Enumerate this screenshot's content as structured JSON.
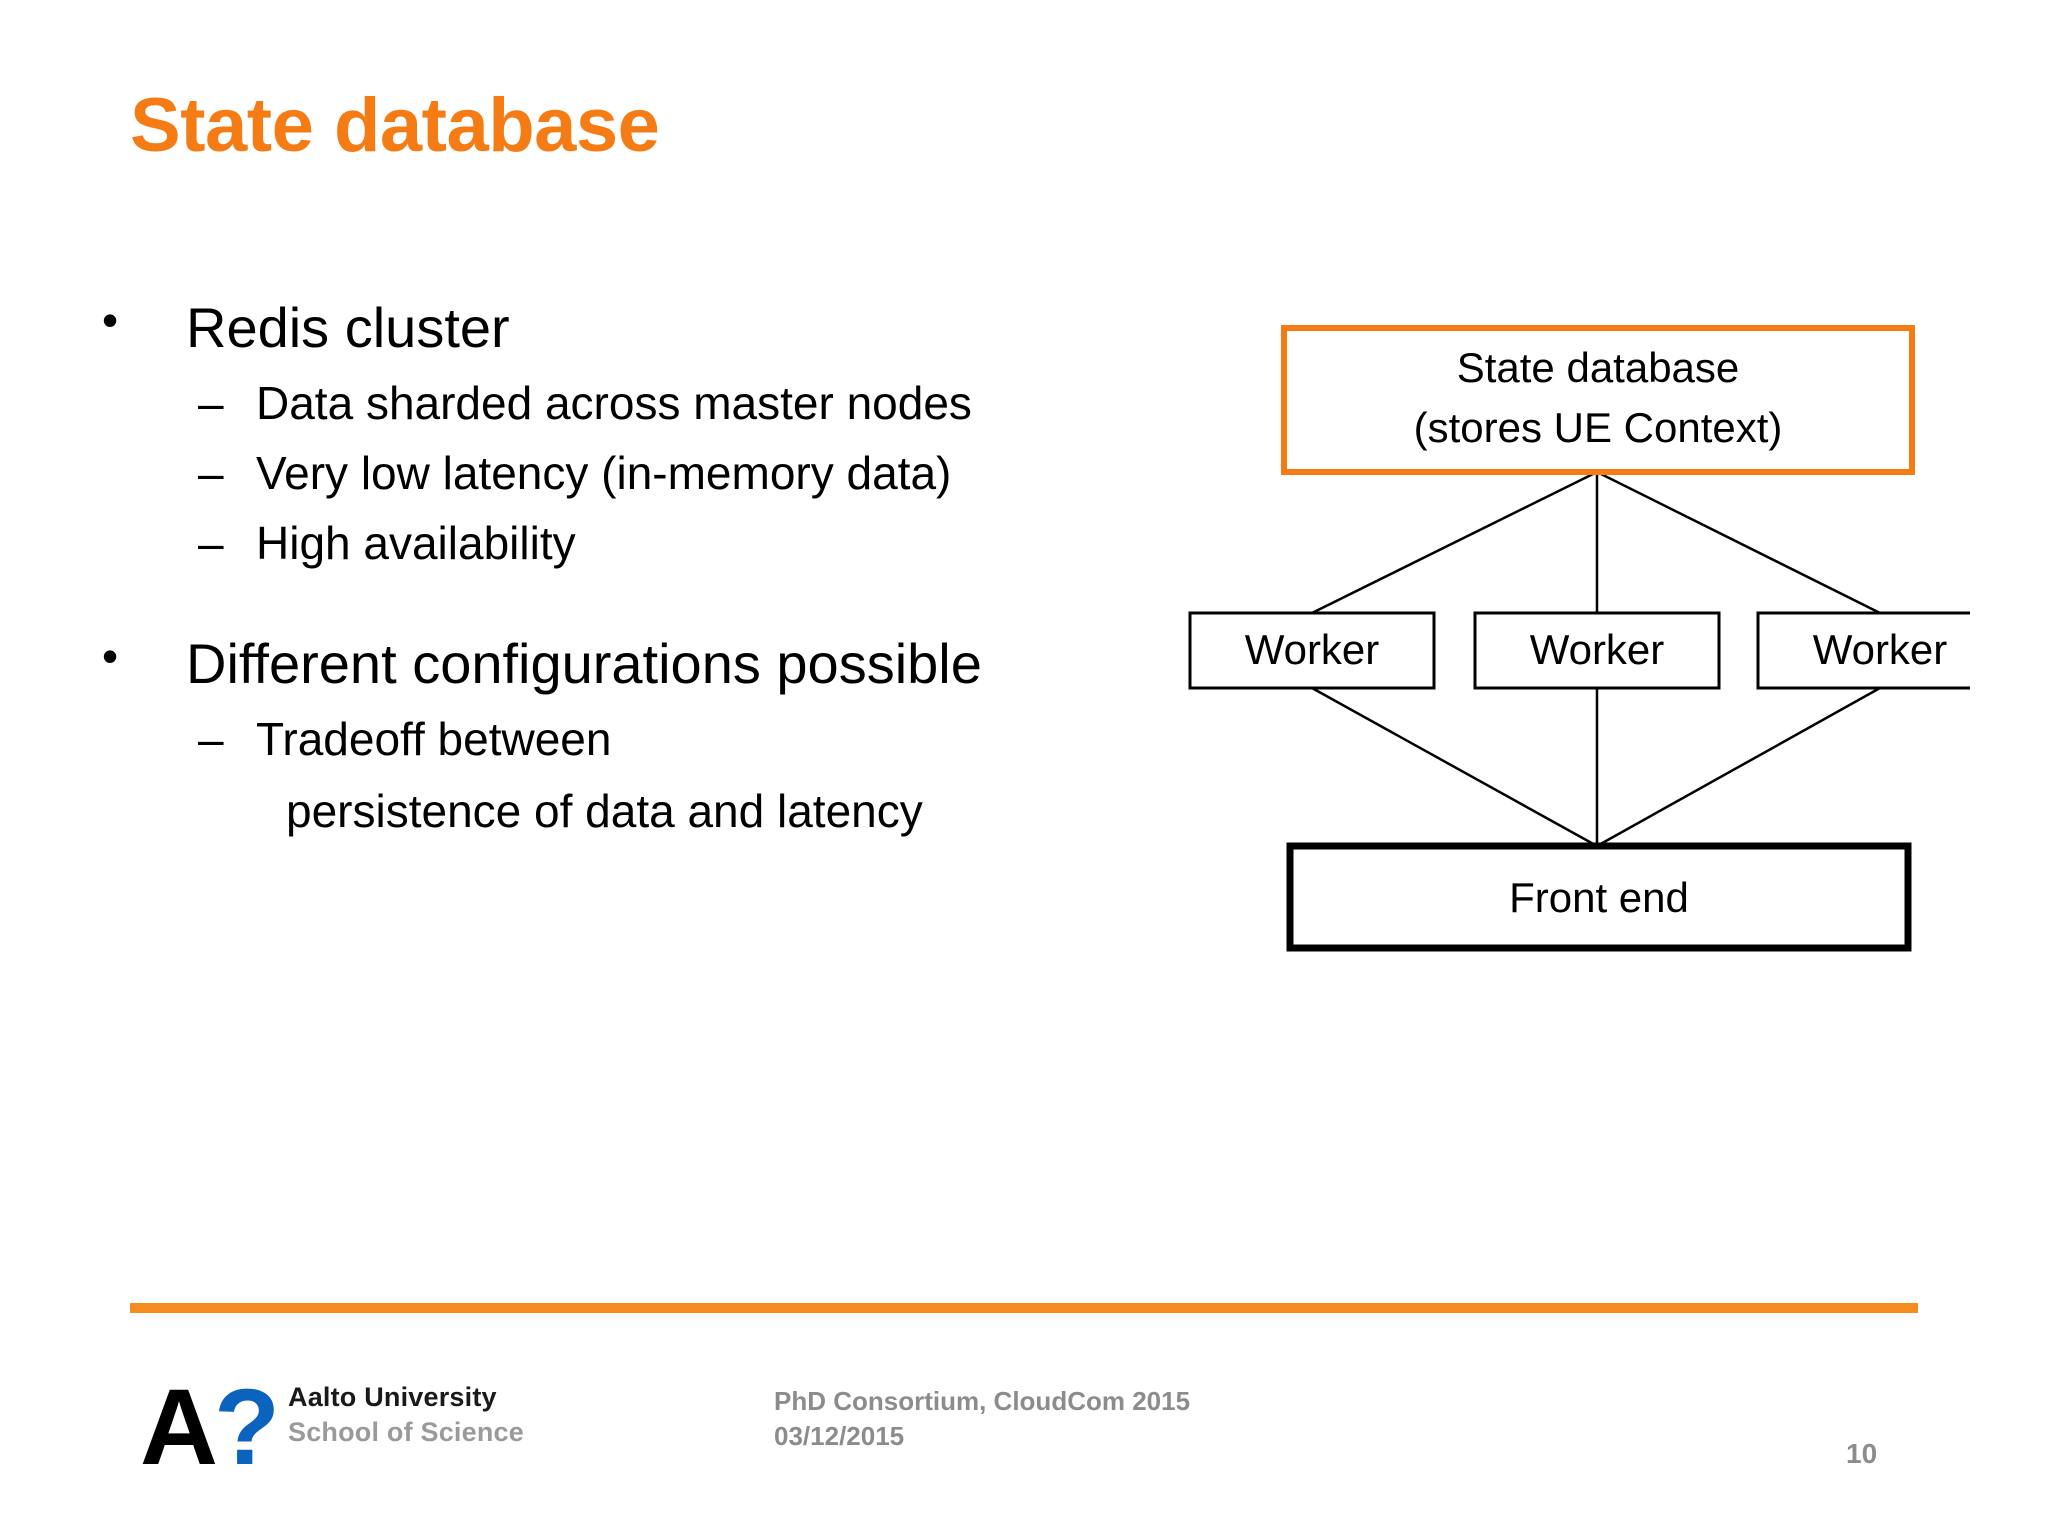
{
  "slide": {
    "title": "State database",
    "title_color": "#F57C14",
    "accent_color": "#F78C1E",
    "page_number": "10"
  },
  "body": {
    "groups": [
      {
        "bullet": "Redis cluster",
        "bullet_marker": "•",
        "subs": [
          {
            "marker": "–",
            "text": "Data sharded across master nodes"
          },
          {
            "marker": "–",
            "text": "Very low latency (in-memory data)"
          },
          {
            "marker": "–",
            "text": "High availability"
          }
        ]
      },
      {
        "bullet": "Different configurations possible",
        "bullet_marker": "•",
        "subs": [
          {
            "marker": "–",
            "text": "Tradeoff between"
          }
        ],
        "continuation": "persistence of data and latency"
      }
    ]
  },
  "diagram": {
    "state_db": {
      "line1": "State database",
      "line2": "(stores UE Context)",
      "border_color": "#F57C14"
    },
    "workers": [
      {
        "label": "Worker"
      },
      {
        "label": "Worker"
      },
      {
        "label": "Worker"
      }
    ],
    "front_end": {
      "label": "Front end",
      "border_color": "#000000"
    }
  },
  "footer": {
    "logo_line1": "Aalto University",
    "logo_line2": "School of Science",
    "logo_letter": "A",
    "logo_mark": "?",
    "logo_mark_color": "#0A64BE",
    "event": "PhD Consortium, CloudCom 2015",
    "date": "03/12/2015"
  }
}
